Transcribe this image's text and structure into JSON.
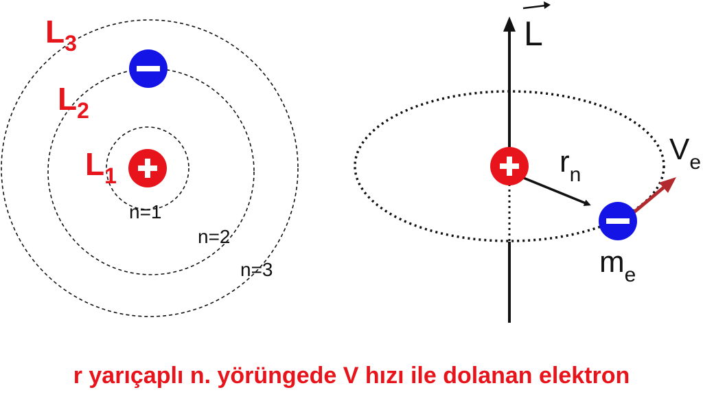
{
  "left_diagram": {
    "shell_labels": [
      {
        "letter": "L",
        "sub": "1"
      },
      {
        "letter": "L",
        "sub": "2"
      },
      {
        "letter": "L",
        "sub": "3"
      }
    ],
    "orbit_labels": [
      "n=1",
      "n=2",
      "n=3"
    ],
    "nucleus_symbol": "+",
    "electron_symbol": "−"
  },
  "right_diagram": {
    "angular_momentum": "L",
    "radius": {
      "letter": "r",
      "sub": "n"
    },
    "velocity": {
      "letter": "V",
      "sub": "e"
    },
    "mass": {
      "letter": "m",
      "sub": "e"
    },
    "nucleus_symbol": "+",
    "electron_symbol": "−"
  },
  "colors": {
    "red": "#e8141b",
    "blue": "#1414e6",
    "velocity_arrow": "#b22a2e"
  },
  "caption": "r yarıçaplı n. yörüngede V hızı ile dolanan elektron"
}
